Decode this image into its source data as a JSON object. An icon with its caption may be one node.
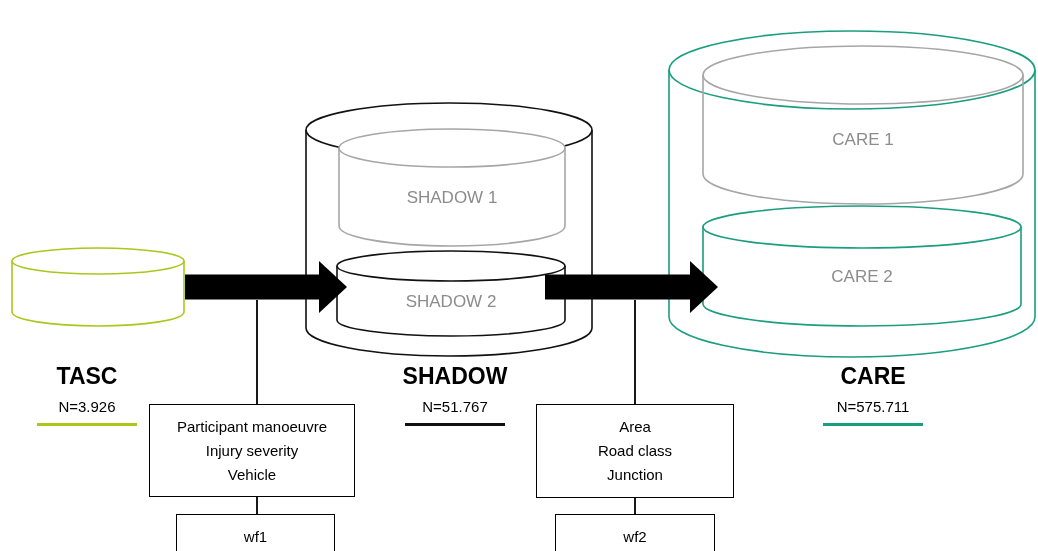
{
  "diagram": {
    "nodes": [
      {
        "text": [
          "TASC",
          "N=3.926"
        ]
      },
      {
        "text": [
          "SHADOW",
          "N=51.767"
        ]
      },
      {
        "text": [
          "SHADOW 1"
        ],
        "in": 1
      },
      {
        "text": [
          "SHADOW 2"
        ],
        "in": 1
      },
      {
        "text": [
          "CARE",
          "N=575.711"
        ]
      },
      {
        "text": [
          "CARE 1"
        ],
        "in": 4
      },
      {
        "text": [
          "CARE 2"
        ],
        "in": 4
      },
      {
        "text": [
          "Participant manoeuvre",
          "Injury severity",
          "Vehicle"
        ]
      },
      {
        "text": [
          "wf1"
        ]
      },
      {
        "text": [
          "Area",
          "Road class",
          "Junction"
        ]
      },
      {
        "text": [
          "wf2"
        ]
      }
    ],
    "edges": [
      {
        "from": 0,
        "to": 3,
        "arrow": "to",
        "style": "thick"
      },
      {
        "from": 3,
        "to": 6,
        "arrow": "to",
        "style": "thick"
      },
      {
        "from": null,
        "to": 7,
        "arrow": "none"
      },
      {
        "from": 7,
        "to": 8,
        "arrow": "none"
      },
      {
        "from": null,
        "to": 9,
        "arrow": "none"
      },
      {
        "from": 9,
        "to": 10,
        "arrow": "none"
      }
    ]
  }
}
